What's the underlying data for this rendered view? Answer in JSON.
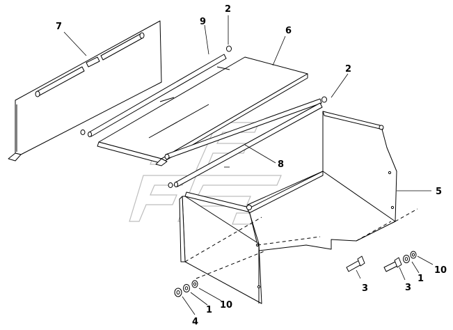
{
  "callouts": {
    "c1": "7",
    "c2": "9",
    "c3": "2",
    "c4": "6",
    "c5": "2",
    "c6": "8",
    "c7": "5",
    "c8": "3",
    "c9": "3",
    "c10": "1",
    "c11": "10",
    "c12": "4",
    "c13": "1",
    "c14": "10"
  }
}
